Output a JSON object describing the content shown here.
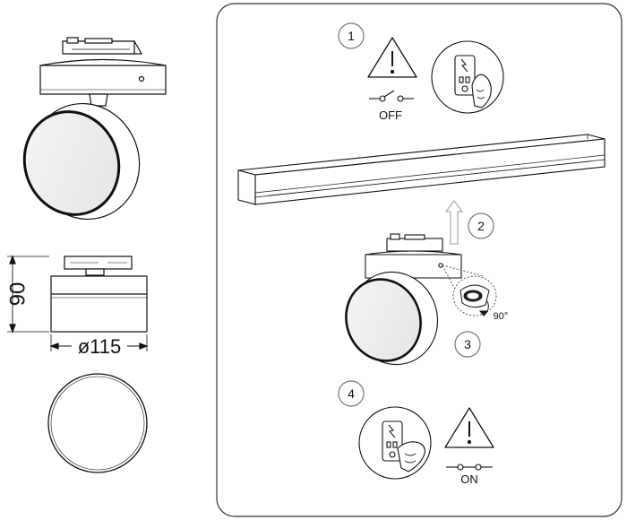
{
  "dimensions": {
    "height": "90",
    "diameter": "ø115"
  },
  "steps": [
    {
      "number": "1",
      "caption": "OFF"
    },
    {
      "number": "2",
      "caption": ""
    },
    {
      "number": "3",
      "caption": "90°"
    },
    {
      "number": "4",
      "caption": "ON"
    }
  ],
  "icons": [
    "warning-triangle",
    "switch-symbol",
    "hand-switch",
    "track-rail",
    "arrow-up",
    "rotation-detail"
  ]
}
